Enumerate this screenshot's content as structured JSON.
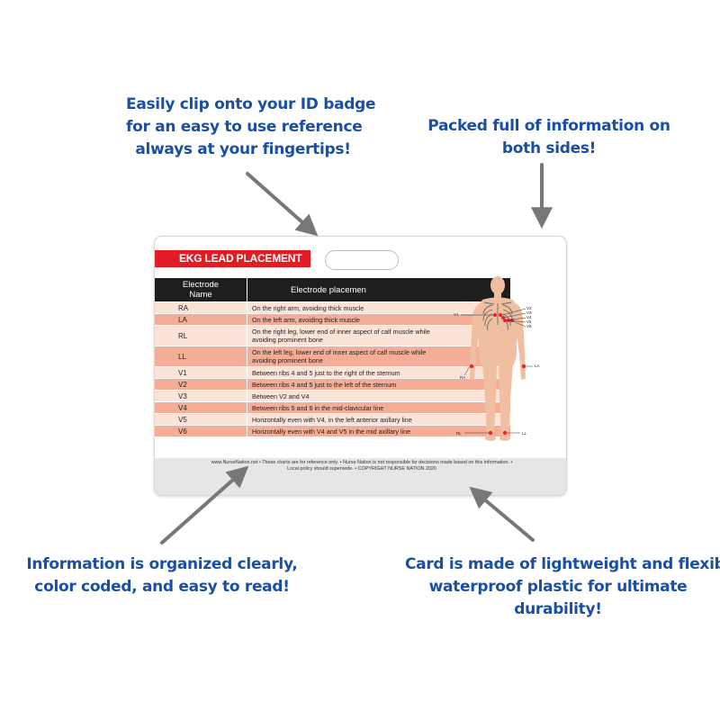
{
  "callouts": {
    "badge": [
      "Easily clip onto your ID badge",
      "for an easy to use reference",
      "always at your fingertips!"
    ],
    "sides": [
      "Packed full of information on",
      "both sides!"
    ],
    "organized": [
      "Information is organized clearly,",
      "color coded, and easy to read!"
    ],
    "material": [
      "Card is made of lightweight and flexible",
      "waterproof plastic for ultimate",
      "durability!"
    ]
  },
  "card": {
    "title": "EKG LEAD PLACEMENT",
    "headers": {
      "name_line1": "Electrode",
      "name_line2": "Name",
      "placement": "Electrode placemen"
    },
    "rows": [
      {
        "name": "RA",
        "placement_lines": [
          "On the right arm, avoiding thick muscle"
        ]
      },
      {
        "name": "LA",
        "placement_lines": [
          "On the left arm, avoiding thick muscle"
        ]
      },
      {
        "name": "RL",
        "placement_lines": [
          "On the right leg, lower end of inner aspect of calf muscle while",
          "avoiding prominent bone"
        ]
      },
      {
        "name": "LL",
        "placement_lines": [
          "On the left leg, lower end of inner aspect of calf muscle while",
          "avoiding prominent bone"
        ]
      },
      {
        "name": "V1",
        "placement_lines": [
          "Between ribs 4 and 5 just to the right of the sternum"
        ]
      },
      {
        "name": "V2",
        "placement_lines": [
          "Between ribs 4 and 5 just to the left of the sternum"
        ]
      },
      {
        "name": "V3",
        "placement_lines": [
          "Between V2 and V4"
        ]
      },
      {
        "name": "V4",
        "placement_lines": [
          "Between ribs 5 and 6 in the mid-clavicular line"
        ]
      },
      {
        "name": "V5",
        "placement_lines": [
          "Horizontally even with V4, in the left anterior axillary line"
        ]
      },
      {
        "name": "V6",
        "placement_lines": [
          "Horizontally even with V4 and V5 in the mid axillary line"
        ]
      }
    ],
    "footer_line1": "www.NurseNation.net • These charts are for reference only. • Nurse Nation is not responsible for decisions made based on this information. •",
    "footer_line2": "Local policy should supersede. • COPYRIGHT NURSE NATION 2020",
    "diagram_labels": {
      "v1": "V1",
      "v2": "V2",
      "v3": "V3",
      "v4": "V4",
      "v5": "V5",
      "v6": "V6",
      "ra": "RA",
      "la": "LA",
      "rl": "RL",
      "ll": "LL"
    }
  },
  "colors": {
    "callout_text": "#1a4fa3",
    "banner": "#e31c23",
    "header_row": "#1e1e1e",
    "row_light": "#fce3d8",
    "row_dark": "#f4ad97",
    "skin": "#f0bfa2",
    "electrode": "#e8242f",
    "arrow": "#777777"
  }
}
